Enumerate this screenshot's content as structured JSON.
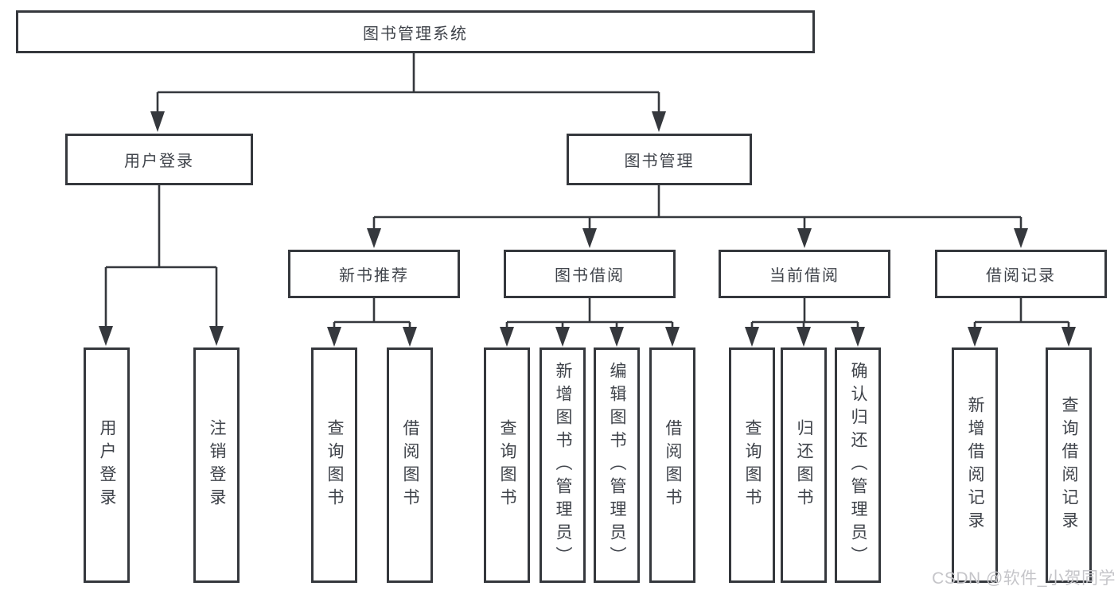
{
  "diagram": {
    "title_node": {
      "label": "图书管理系统"
    },
    "level2": [
      {
        "id": "user-login",
        "label": "用户登录"
      },
      {
        "id": "book-management",
        "label": "图书管理"
      }
    ],
    "level3": [
      {
        "id": "new-book-recommend",
        "label": "新书推荐"
      },
      {
        "id": "book-borrowing",
        "label": "图书借阅"
      },
      {
        "id": "current-borrowing",
        "label": "当前借阅"
      },
      {
        "id": "borrowing-records",
        "label": "借阅记录"
      }
    ],
    "leaves": [
      {
        "group": "user-login",
        "label": "用户登录"
      },
      {
        "group": "user-login",
        "label": "注销登录"
      },
      {
        "group": "new-book-recommend",
        "label": "查询图书"
      },
      {
        "group": "new-book-recommend",
        "label": "借阅图书"
      },
      {
        "group": "book-borrowing",
        "label": "查询图书"
      },
      {
        "group": "book-borrowing",
        "label": "新增图书（管理员）"
      },
      {
        "group": "book-borrowing",
        "label": "编辑图书（管理员）"
      },
      {
        "group": "book-borrowing",
        "label": "借阅图书"
      },
      {
        "group": "current-borrowing",
        "label": "查询图书"
      },
      {
        "group": "current-borrowing",
        "label": "归还图书"
      },
      {
        "group": "current-borrowing",
        "label": "确认归还（管理员）"
      },
      {
        "group": "borrowing-records",
        "label": "新增借阅记录"
      },
      {
        "group": "borrowing-records",
        "label": "查询借阅记录"
      }
    ]
  },
  "watermark": {
    "text": "CSDN @软件_小贺同学"
  },
  "colors": {
    "line": "#35383d",
    "text": "#3f434a",
    "background": "#ffffff",
    "watermark": "#c5c5c9"
  }
}
